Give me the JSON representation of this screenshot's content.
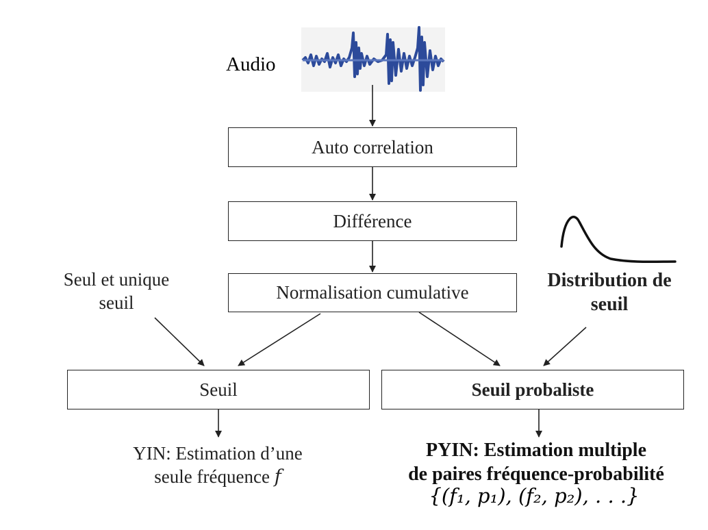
{
  "labels": {
    "audio": "Audio",
    "single_threshold": [
      "Seul et unique",
      "seuil"
    ],
    "threshold_distribution": [
      "Distribution de",
      "seuil"
    ]
  },
  "boxes": {
    "autocorrelation": "Auto correlation",
    "difference": "Différence",
    "cumulative_normalization": "Normalisation cumulative",
    "threshold": "Seuil",
    "probabilistic_threshold": "Seuil probaliste"
  },
  "outputs": {
    "yin": {
      "line1": "YIN: Estimation d’une",
      "line2": "seule fréquence",
      "symbol": "f"
    },
    "pyin": {
      "line1": "PYIN: Estimation multiple",
      "line2": "de paires fréquence-probabilité",
      "formula": "{(f₁, p₁), (f₂, p₂), . . .}"
    }
  },
  "colors": {
    "waveform": "#2c4a9a",
    "line": "#222222"
  },
  "icons": [
    "audio-waveform-icon",
    "distribution-curve-icon"
  ]
}
